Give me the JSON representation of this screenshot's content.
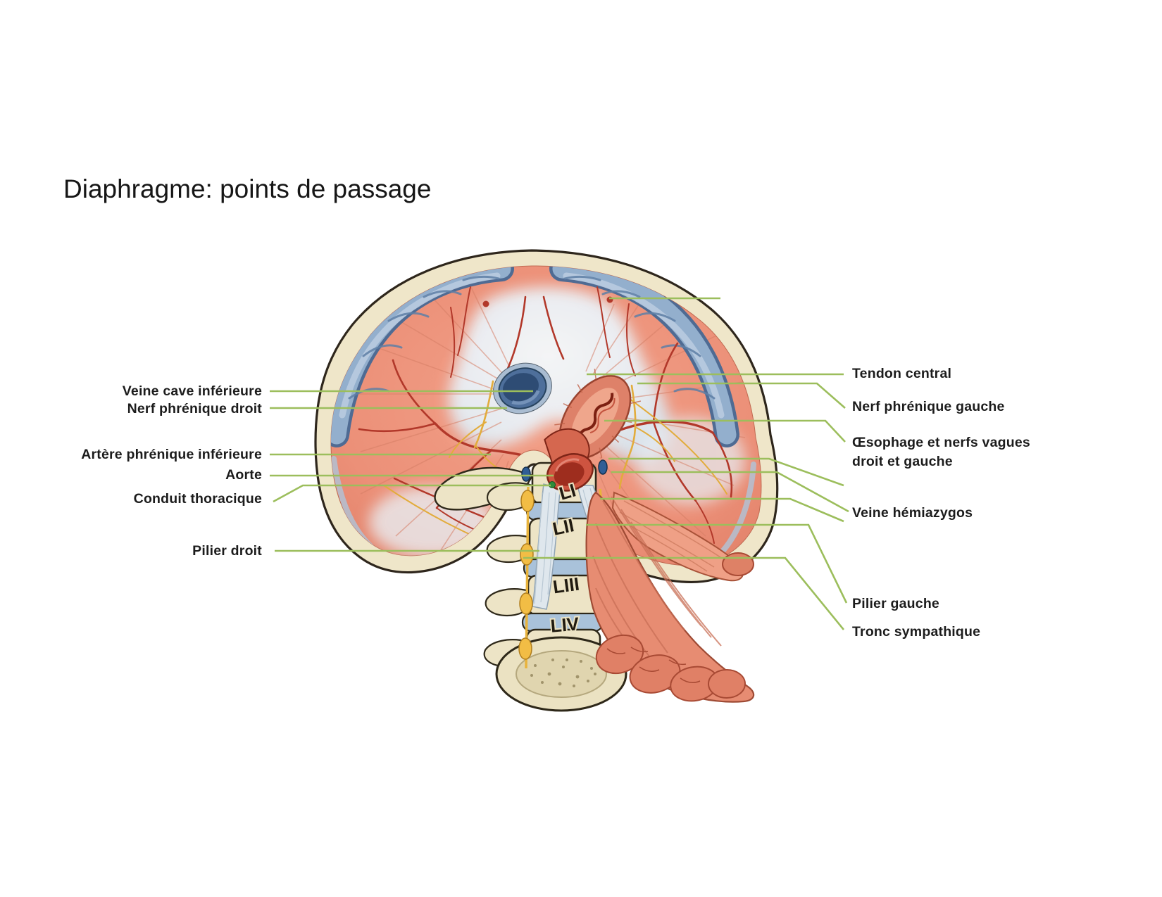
{
  "title": "Diaphragme: points de passage",
  "figure": {
    "description": "Inferior view of the diaphragm with openings, lumbar spine and psoas muscle",
    "left_labels": [
      "Veine cave inférieure",
      "Nerf phrénique droit",
      "Artère phrénique inférieure",
      "Aorte",
      "Conduit thoracique",
      "Pilier droit"
    ],
    "right_labels": [
      "Tendon central",
      "Nerf phrénique gauche",
      "Œsophage et nerfs vagues",
      "droit et gauche",
      "Veine hémiazygos",
      "Pilier gauche",
      "Tronc sympathique"
    ],
    "vertebrae": [
      "LI",
      "LII",
      "LIII",
      "LIV"
    ],
    "colors": {
      "leader_line": "#9cbe5c",
      "muscle_salmon": "#e98f76",
      "central_tendon": "#edf2f6",
      "cartilage_blue": "#93afcd",
      "bone_cream": "#efe6c9",
      "artery_red": "#b2382a",
      "nerve_yellow": "#e2ac3c",
      "vena_cava_blue": "#2e4c74",
      "thoracic_duct_green": "#2e8b3a"
    }
  }
}
